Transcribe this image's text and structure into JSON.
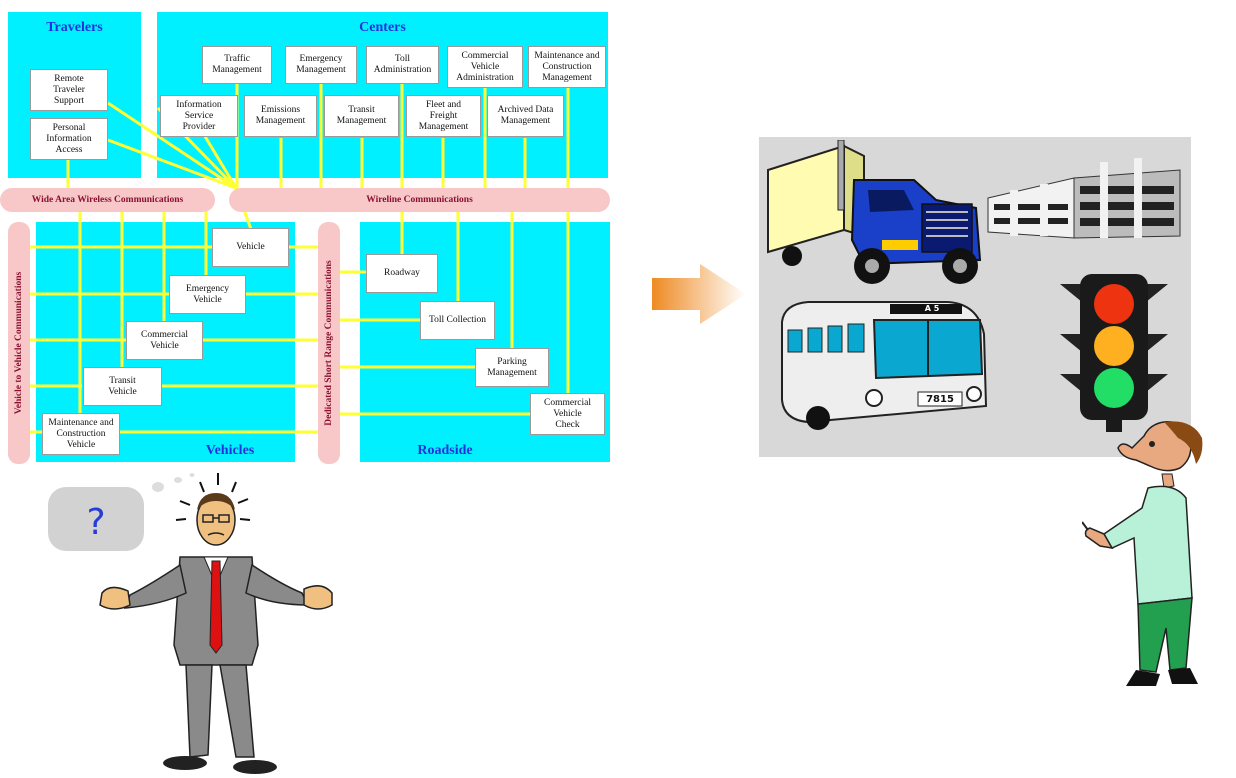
{
  "diagram": {
    "regions": {
      "travelers": "Travelers",
      "centers": "Centers",
      "vehicles": "Vehicles",
      "roadside": "Roadside"
    },
    "travelers": {
      "remote_traveler_support": "Remote\nTraveler\nSupport",
      "personal_information_access": "Personal\nInformation\nAccess"
    },
    "centers": {
      "traffic_management": "Traffic\nManagement",
      "emergency_management": "Emergency\nManagement",
      "toll_administration": "Toll\nAdministration",
      "commercial_vehicle_administration": "Commercial\nVehicle\nAdministration",
      "maintenance_construction_management": "Maintenance and\nConstruction\nManagement",
      "information_service_provider": "Information\nService\nProvider",
      "emissions_management": "Emissions\nManagement",
      "transit_management": "Transit\nManagement",
      "fleet_freight_management": "Fleet and\nFreight\nManagement",
      "archived_data_management": "Archived Data\nManagement"
    },
    "buses": {
      "wide_area_wireless": "Wide Area Wireless Communications",
      "wireline": "Wireline Communications",
      "vehicle_to_vehicle": "Vehicle to Vehicle Communications",
      "dedicated_short_range": "Dedicated Short Range Communications"
    },
    "vehicles": {
      "vehicle": "Vehicle",
      "emergency_vehicle": "Emergency\nVehicle",
      "commercial_vehicle": "Commercial\nVehicle",
      "transit_vehicle": "Transit\nVehicle",
      "maintenance_construction_vehicle": "Maintenance and\nConstruction\nVehicle"
    },
    "roadside": {
      "roadway": "Roadway",
      "toll_collection": "Toll Collection",
      "parking_management": "Parking\nManagement",
      "commercial_vehicle_check": "Commercial\nVehicle\nCheck"
    }
  },
  "illustrations": {
    "question_mark": "?",
    "bus_route": "A 5",
    "bus_number": "7815"
  },
  "colors": {
    "region_fill": "#00f0ff",
    "bus_fill": "#f8c8c8",
    "link_line": "#ffff33",
    "title_text": "#2233dd",
    "arrow_orange": "#ee8a22",
    "panel_gray": "#d8d8d8"
  }
}
